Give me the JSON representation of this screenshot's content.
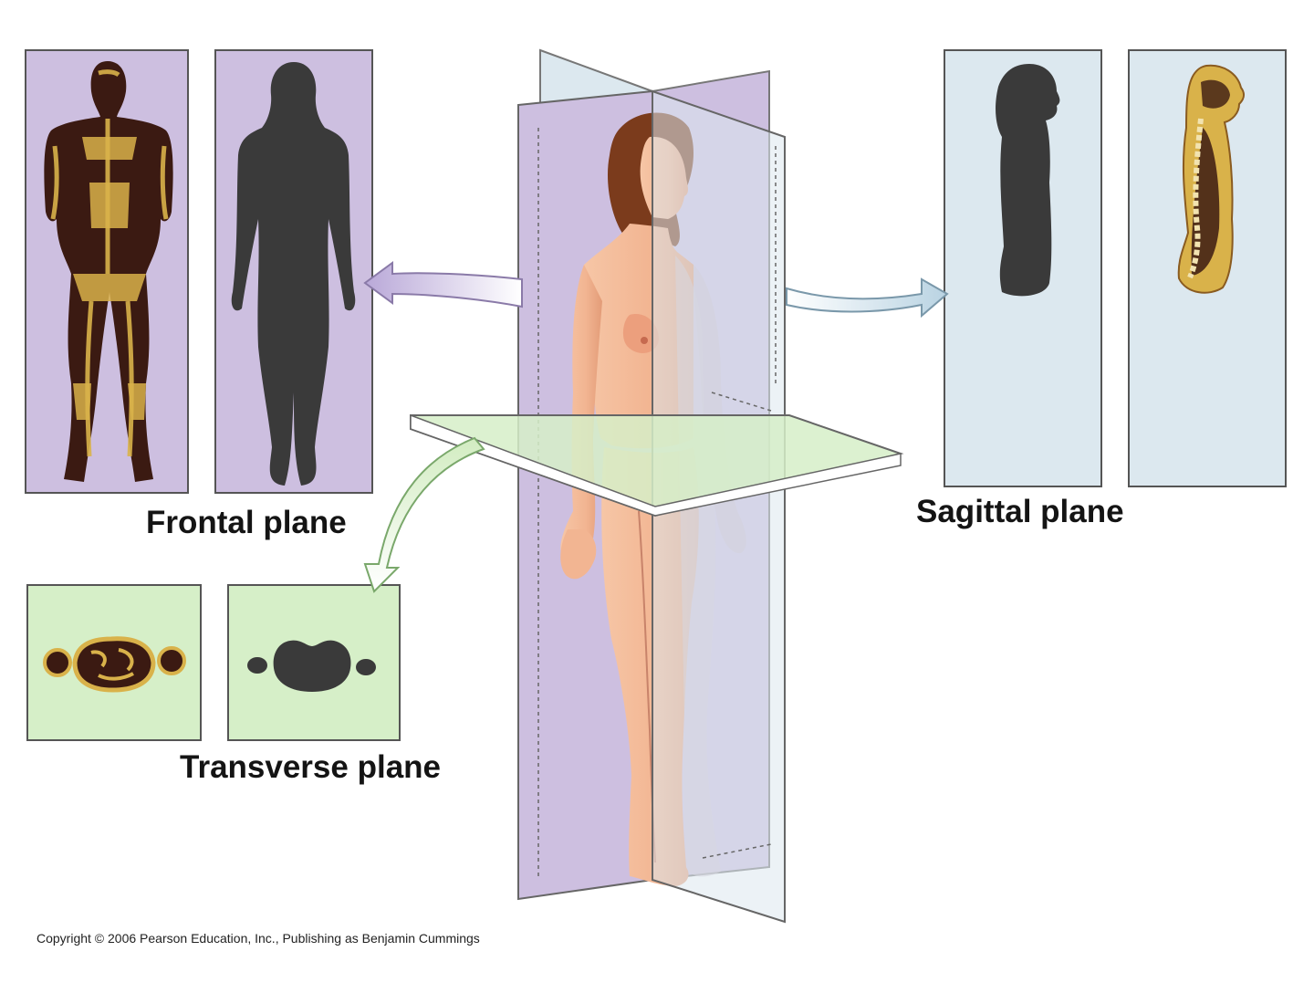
{
  "labels": {
    "frontal": "Frontal plane",
    "sagittal": "Sagittal plane",
    "transverse": "Transverse plane"
  },
  "copyright": "Copyright © 2006 Pearson Education, Inc., Publishing as Benjamin Cummings",
  "colors": {
    "frontal_plane": "#cdbfe0",
    "sagittal_plane": "#dce8ef",
    "transverse_plane": "#d6efc8",
    "silhouette": "#3a3a3a",
    "mri_tissue": "#3b1a12",
    "mri_fat": "#d9b24a",
    "skin": "#f2b592"
  },
  "icons": [
    "frontal-arrow-icon",
    "sagittal-arrow-icon",
    "transverse-arrow-icon"
  ]
}
